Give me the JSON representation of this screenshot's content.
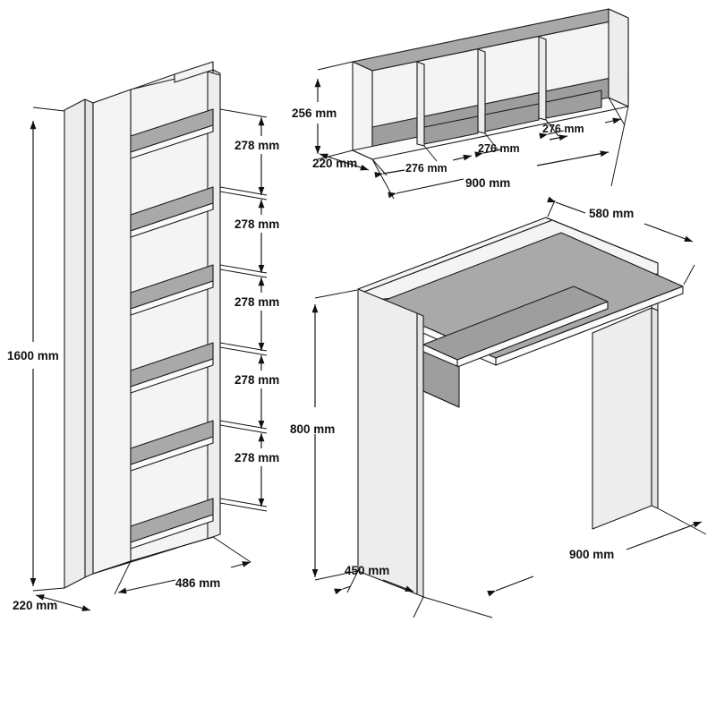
{
  "diagram": {
    "title": "Furniture assembly dimension diagram",
    "background_color": "#ffffff",
    "line_color": "#111111",
    "panel_color": "#ededed",
    "shelf_color": "#a9a9a9",
    "units": "mm"
  },
  "products": [
    {
      "id": "bookcase",
      "name": "Tall bookcase",
      "shelf_count": 6,
      "dimensions": {
        "height": "1600 mm",
        "depth": "220 mm",
        "width": "486 mm"
      },
      "shelf_gaps": [
        "278 mm",
        "278 mm",
        "278 mm",
        "278 mm",
        "278 mm"
      ]
    },
    {
      "id": "wall-shelf",
      "name": "Wall mounted shelf",
      "compartment_count": 3,
      "dimensions": {
        "height": "256 mm",
        "depth": "220 mm",
        "width": "900 mm"
      },
      "compartments": [
        "276 mm",
        "276 mm",
        "276 mm"
      ]
    },
    {
      "id": "desk",
      "name": "Computer desk",
      "dimensions": {
        "height": "800 mm",
        "depth": "450 mm",
        "width": "900 mm",
        "top_depth": "580 mm"
      }
    }
  ],
  "labels": {
    "bookcase_height": "1600 mm",
    "bookcase_depth": "220 mm",
    "bookcase_width": "486 mm",
    "gap_1": "278 mm",
    "gap_2": "278 mm",
    "gap_3": "278 mm",
    "gap_4": "278 mm",
    "gap_5": "278 mm",
    "wall_height": "256 mm",
    "wall_depth": "220 mm",
    "wall_width": "900 mm",
    "cell_1": "276 mm",
    "cell_2": "276 mm",
    "cell_3": "276 mm",
    "desk_top_depth": "580 mm",
    "desk_height": "800 mm",
    "desk_depth": "450 mm",
    "desk_width": "900 mm"
  }
}
